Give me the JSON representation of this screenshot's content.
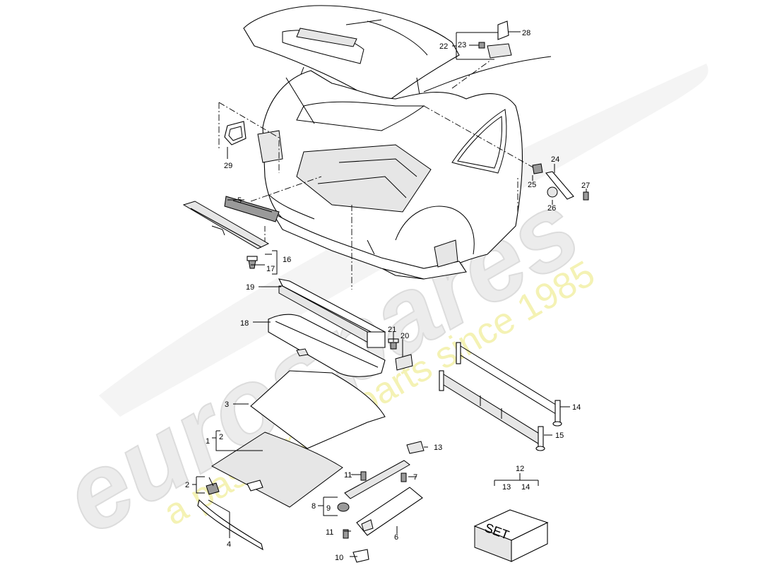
{
  "watermark": {
    "brand": "eurospares",
    "tagline": "a passion for parts since 1985",
    "brand_color": "#e8e8e8",
    "tagline_color": "#f2f0a6"
  },
  "labels": {
    "n1": "1",
    "n2a": "2",
    "n2b": "2",
    "n3": "3",
    "n4": "4",
    "n5": "5",
    "n6": "6",
    "n7": "7",
    "n8": "8",
    "n9": "9",
    "n10": "10",
    "n11a": "11",
    "n11b": "11",
    "n12": "12",
    "n13a": "13",
    "n13b": "13",
    "n14a": "14",
    "n14b": "14",
    "n15": "15",
    "n16": "16",
    "n17": "17",
    "n18": "18",
    "n19": "19",
    "n20": "20",
    "n21": "21",
    "n22": "22",
    "n23": "23",
    "n24": "24",
    "n25": "25",
    "n26": "26",
    "n27": "27",
    "n28": "28",
    "n29": "29"
  },
  "set_box_label": "SET"
}
